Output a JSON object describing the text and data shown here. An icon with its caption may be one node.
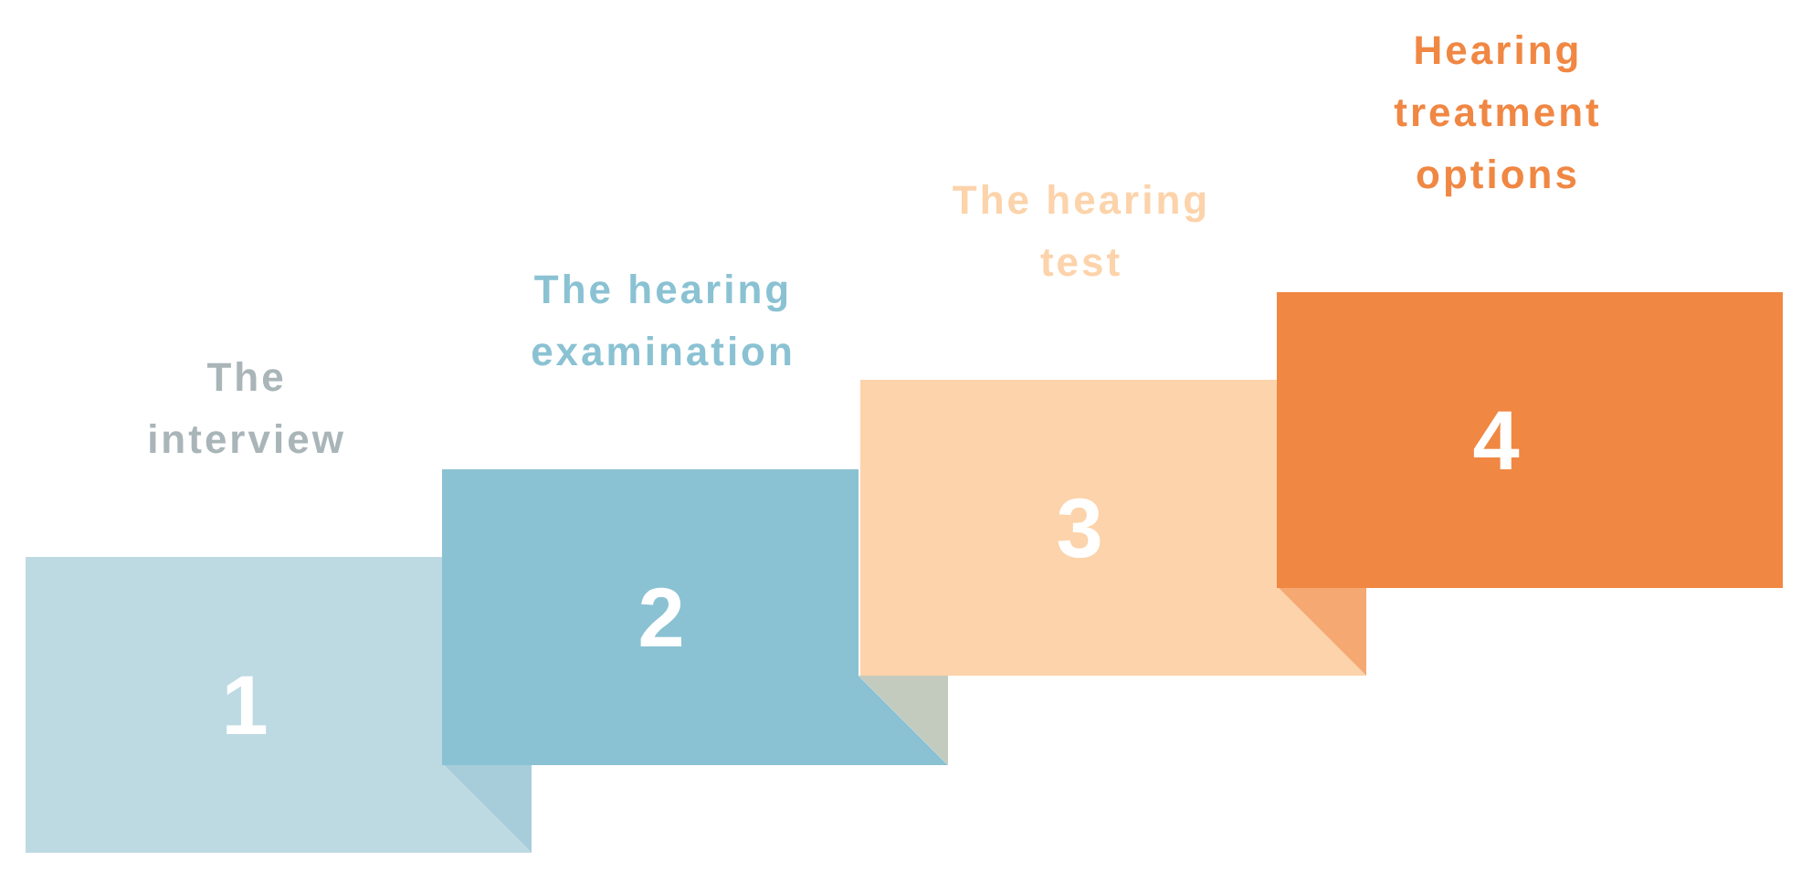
{
  "diagram": {
    "nodes": [
      {
        "text": [
          "The interview",
          "1"
        ]
      },
      {
        "text": [
          "The hearing examination",
          "2"
        ]
      },
      {
        "text": [
          "The hearing test",
          "3"
        ]
      },
      {
        "text": [
          "Hearing treatment options",
          "4"
        ]
      }
    ]
  }
}
